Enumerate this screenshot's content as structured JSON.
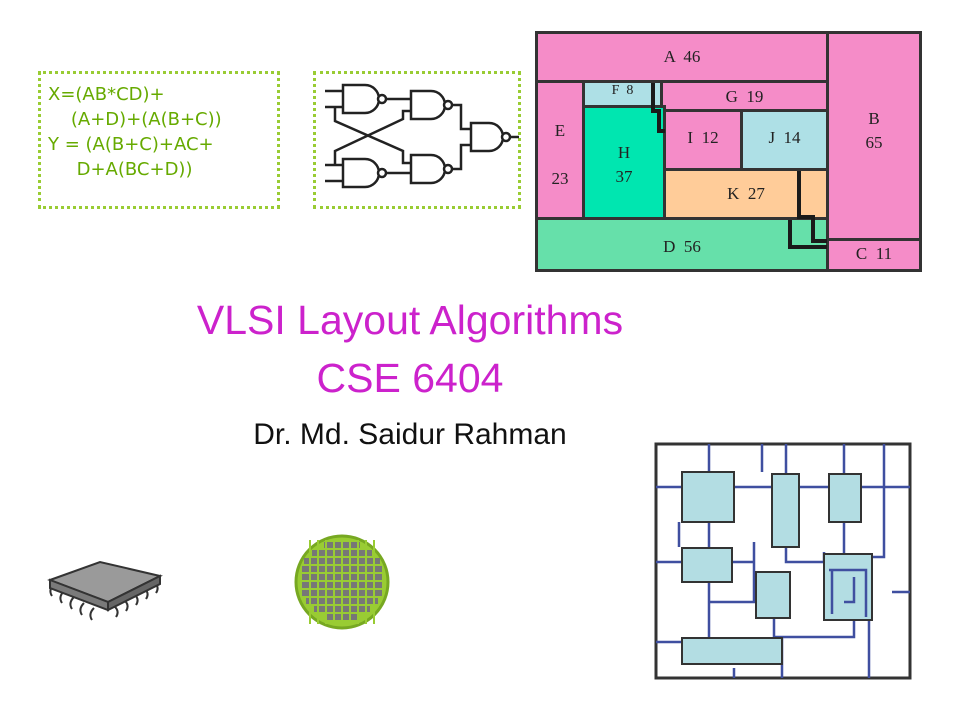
{
  "equations": {
    "lines": [
      "X=(AB*CD)+",
      "    (A+D)+(A(B+C))",
      "Y = (A(B+C)+AC+",
      "     D+A(BC+D))"
    ]
  },
  "floorplan": {
    "blocks": {
      "A": {
        "label": "A  46",
        "color": "#f58cc8"
      },
      "B": {
        "label": "B\n65",
        "color": "#f58cc8"
      },
      "C": {
        "label": "C  11",
        "color": "#f58cc8"
      },
      "D": {
        "label": "D  56",
        "color": "#66e0aa"
      },
      "E": {
        "label": "E\n\n23",
        "color": "#f58cc8"
      },
      "F": {
        "label": "F  8",
        "color": "#aee0e6"
      },
      "G": {
        "label": "G  19",
        "color": "#f58cc8"
      },
      "H": {
        "label": "H\n37",
        "color": "#00e6b0"
      },
      "I": {
        "label": "I  12",
        "color": "#f58cc8"
      },
      "J": {
        "label": "J  14",
        "color": "#aee0e6"
      },
      "K": {
        "label": "K  27",
        "color": "#ffcc99"
      }
    }
  },
  "title": {
    "line1": "VLSI Layout Algorithms",
    "line2": "CSE 6404"
  },
  "author": "Dr. Md. Saidur Rahman",
  "colors": {
    "title": "#cc22cc",
    "accent_green": "#99cc33",
    "module_fill": "#b3dde3",
    "wire": "#3f4fa0"
  }
}
